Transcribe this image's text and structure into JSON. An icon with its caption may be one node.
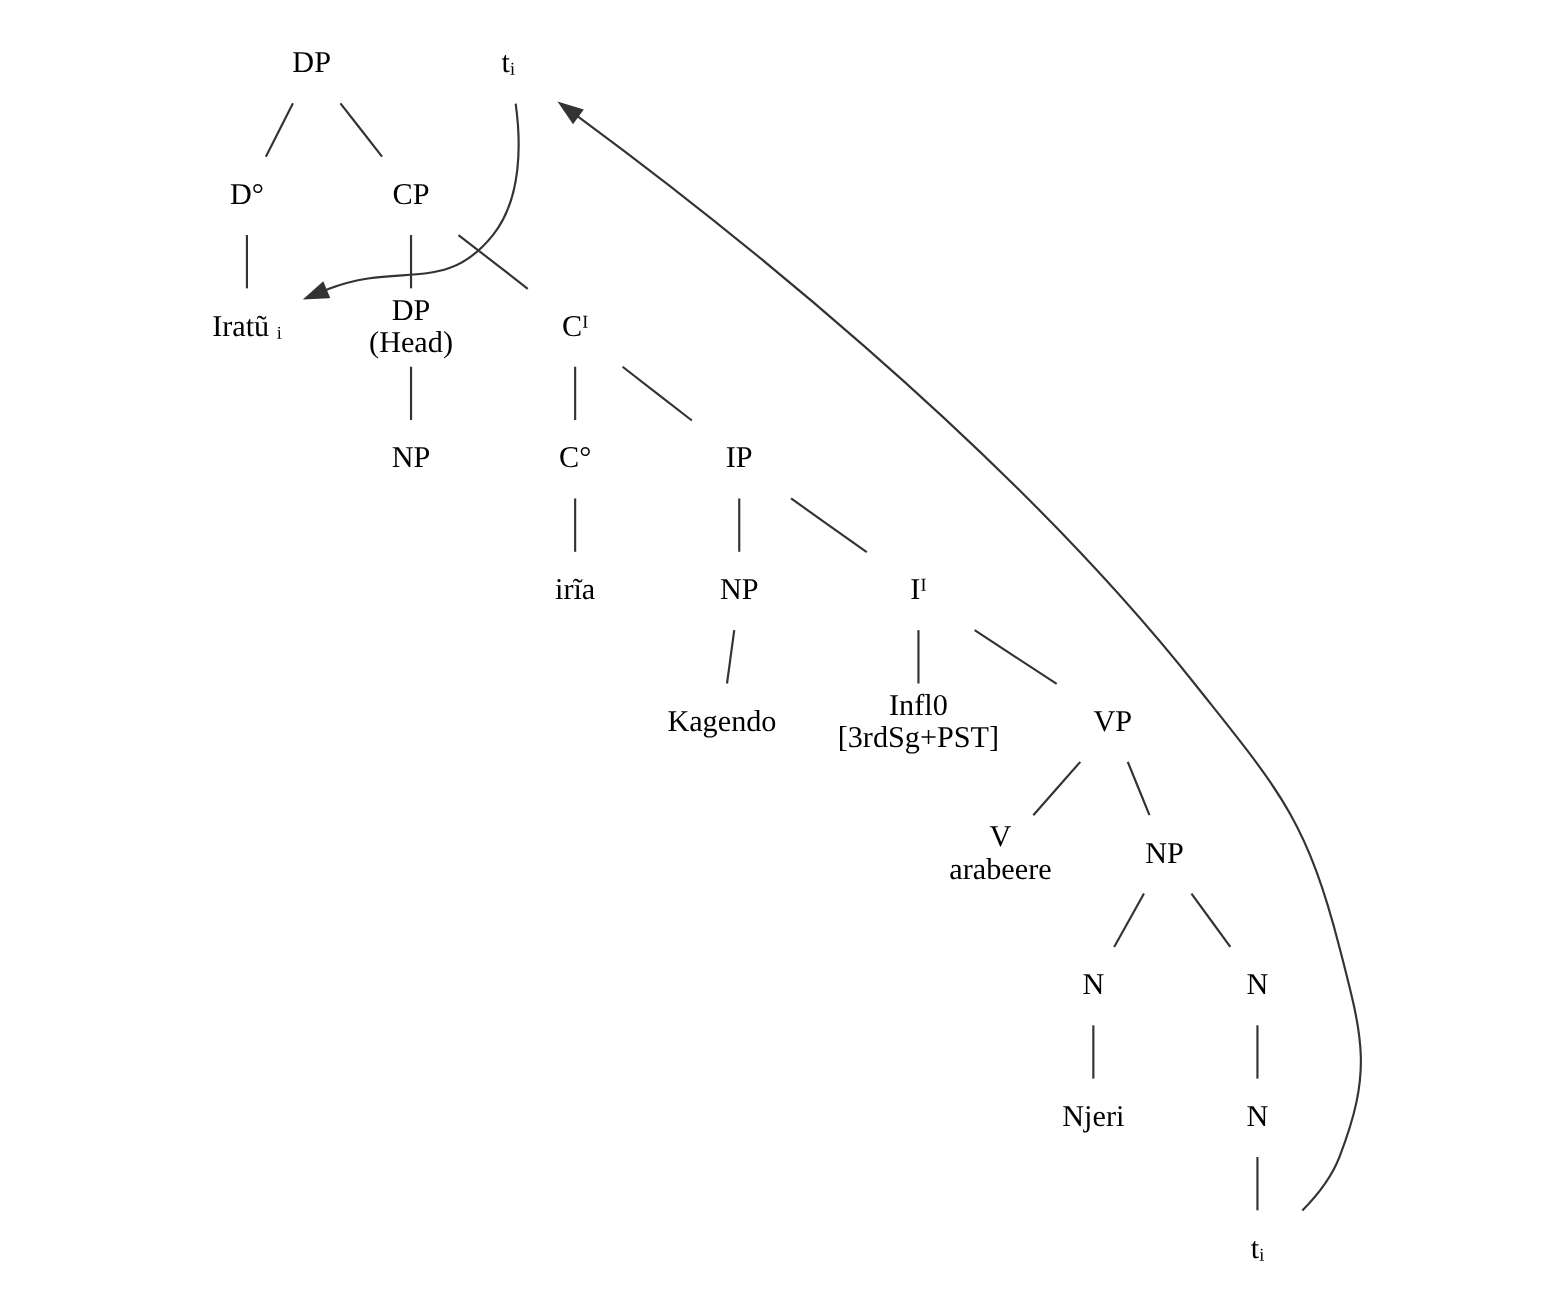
{
  "diagram": {
    "nodes": [
      {
        "text": [
          "DP"
        ]
      },
      {
        "text": [
          "D°"
        ]
      },
      {
        "text": [
          "CP"
        ]
      },
      {
        "text": [
          "Iratũ ᵢ"
        ]
      },
      {
        "text": [
          "DP",
          "(Head)"
        ]
      },
      {
        "text": [
          "NP"
        ]
      },
      {
        "text": [
          "tᵢ"
        ]
      },
      {
        "text": [
          "Cᴵ"
        ]
      },
      {
        "text": [
          "C°"
        ]
      },
      {
        "text": [
          "irĩa"
        ]
      },
      {
        "text": [
          "IP"
        ]
      },
      {
        "text": [
          "NP"
        ]
      },
      {
        "text": [
          "Kagendo"
        ]
      },
      {
        "text": [
          "Iᴵ"
        ]
      },
      {
        "text": [
          "Infl0",
          "[3rdSg+PST]"
        ]
      },
      {
        "text": [
          "VP"
        ]
      },
      {
        "text": [
          "V",
          "arabeere"
        ]
      },
      {
        "text": [
          "NP"
        ]
      },
      {
        "text": [
          "N"
        ]
      },
      {
        "text": [
          "Njeri"
        ]
      },
      {
        "text": [
          "N"
        ]
      },
      {
        "text": [
          "N"
        ]
      },
      {
        "text": [
          "tᵢ"
        ]
      }
    ],
    "edges": [
      {
        "from": 0,
        "to": 1,
        "arrow": "none"
      },
      {
        "from": 0,
        "to": 2,
        "arrow": "none"
      },
      {
        "from": 1,
        "to": 3,
        "arrow": "none"
      },
      {
        "from": 2,
        "to": 4,
        "arrow": "none"
      },
      {
        "from": 2,
        "to": 7,
        "arrow": "none"
      },
      {
        "from": 4,
        "to": 5,
        "arrow": "none"
      },
      {
        "from": 7,
        "to": 8,
        "arrow": "none"
      },
      {
        "from": 7,
        "to": 10,
        "arrow": "none"
      },
      {
        "from": 8,
        "to": 9,
        "arrow": "none"
      },
      {
        "from": 10,
        "to": 11,
        "arrow": "none"
      },
      {
        "from": 10,
        "to": 13,
        "arrow": "none"
      },
      {
        "from": 11,
        "to": 12,
        "arrow": "none"
      },
      {
        "from": 13,
        "to": 14,
        "arrow": "none"
      },
      {
        "from": 13,
        "to": 15,
        "arrow": "none"
      },
      {
        "from": 15,
        "to": 16,
        "arrow": "none"
      },
      {
        "from": 15,
        "to": 17,
        "arrow": "none"
      },
      {
        "from": 17,
        "to": 18,
        "arrow": "none"
      },
      {
        "from": 17,
        "to": 20,
        "arrow": "none"
      },
      {
        "from": 18,
        "to": 19,
        "arrow": "none"
      },
      {
        "from": 20,
        "to": 21,
        "arrow": "none"
      },
      {
        "from": 21,
        "to": 22,
        "arrow": "none"
      },
      {
        "from": 6,
        "to": 3,
        "arrow": "to"
      },
      {
        "from": 22,
        "to": 6,
        "arrow": "to"
      }
    ]
  }
}
